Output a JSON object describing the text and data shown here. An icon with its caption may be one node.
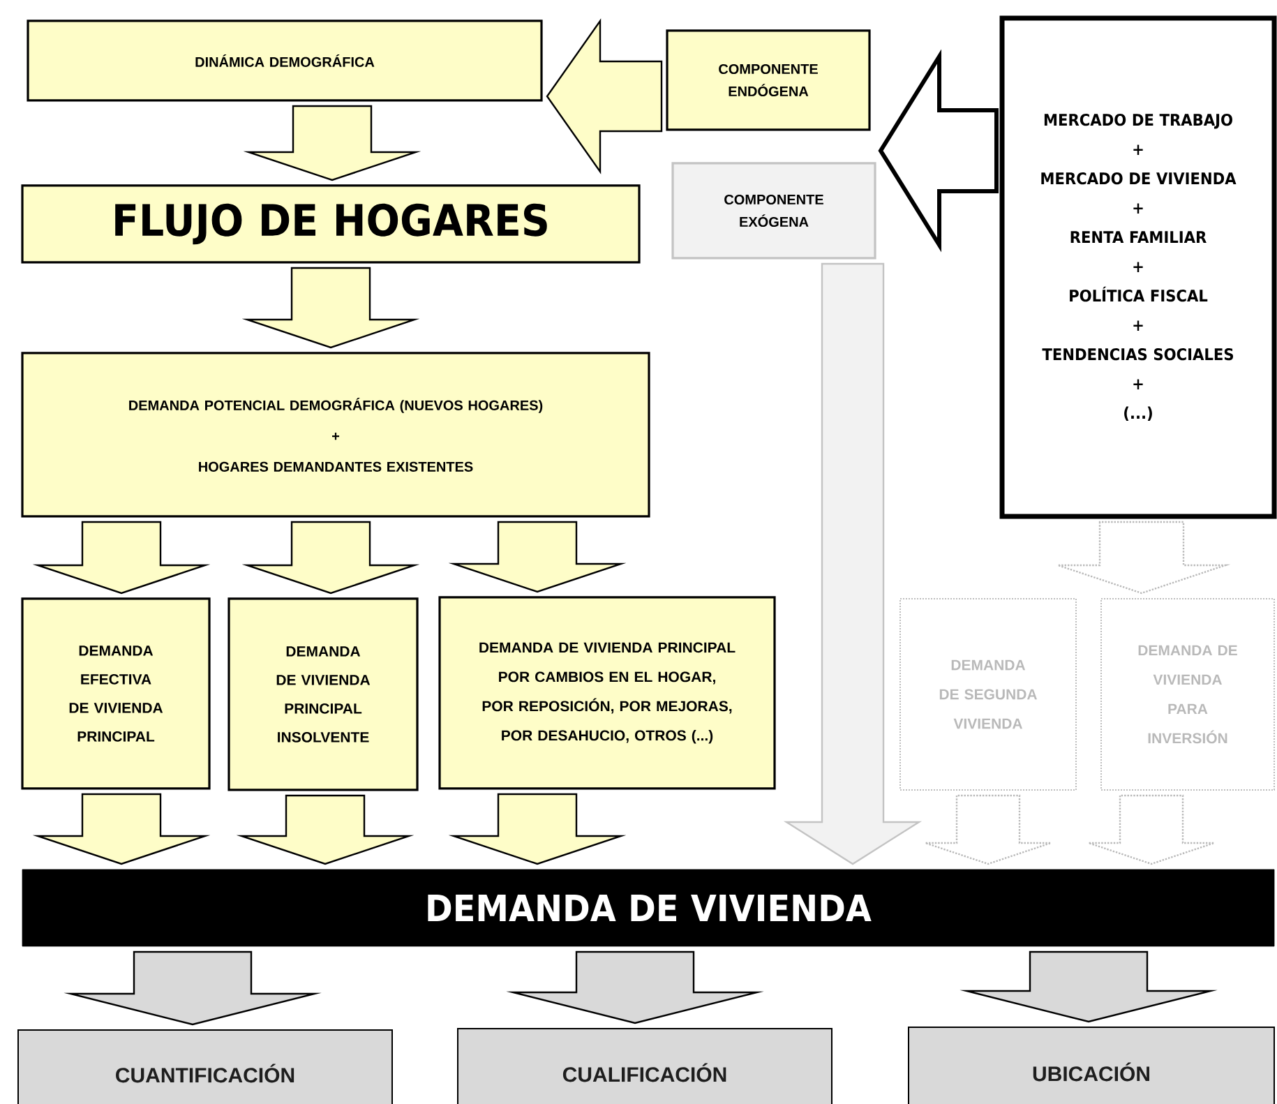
{
  "diagram": {
    "nodes": [
      {
        "text": [
          "DINÁMICA DEMOGRÁFICA"
        ]
      },
      {
        "text": [
          "COMPONENTE ENDÓGENA"
        ]
      },
      {
        "text": [
          "COMPONENTE EXÓGENA"
        ]
      },
      {
        "text": [
          "MERCADO DE TRABAJO",
          "+",
          "MERCADO DE VIVIENDA",
          "+",
          "RENTA FAMILIAR",
          "+",
          "POLÍTICA FISCAL",
          "+",
          "TENDENCIAS SOCIALES",
          "+",
          "(...)"
        ]
      },
      {
        "text": [
          "FLUJO DE HOGARES"
        ]
      },
      {
        "text": [
          "DEMANDA POTENCIAL DEMOGRÁFICA (NUEVOS HOGARES)",
          "+",
          "HOGARES DEMANDANTES EXISTENTES"
        ]
      },
      {
        "text": [
          "DEMANDA EFECTIVA DE VIVIENDA PRINCIPAL"
        ]
      },
      {
        "text": [
          "DEMANDA DE VIVIENDA PRINCIPAL INSOLVENTE"
        ]
      },
      {
        "text": [
          "DEMANDA DE VIVIENDA PRINCIPAL POR CAMBIOS EN EL HOGAR, POR REPOSICIÓN, POR MEJORAS, POR DESAHUCIO, OTROS (...)"
        ]
      },
      {
        "text": [
          "DEMANDA DE SEGUNDA VIVIENDA"
        ]
      },
      {
        "text": [
          "DEMANDA DE VIVIENDA PARA INVERSIÓN"
        ]
      },
      {
        "text": [
          "DEMANDA DE VIVIENDA"
        ]
      },
      {
        "text": [
          "CUANTIFICACIÓN"
        ]
      },
      {
        "text": [
          "CUALIFICACIÓN"
        ]
      },
      {
        "text": [
          "UBICACIÓN"
        ]
      }
    ],
    "edges": [
      {
        "from": 1,
        "to": 0,
        "arrow": "to"
      },
      {
        "from": 0,
        "to": 4,
        "arrow": "to"
      },
      {
        "from": 3,
        "to": 2,
        "arrow": "to",
        "style": "thick",
        "color": "#ffffff"
      },
      {
        "from": 4,
        "to": 5,
        "arrow": "to"
      },
      {
        "from": 5,
        "to": 6,
        "arrow": "to"
      },
      {
        "from": 5,
        "to": 7,
        "arrow": "to"
      },
      {
        "from": 5,
        "to": 8,
        "arrow": "to"
      },
      {
        "from": 2,
        "to": 11,
        "arrow": "to",
        "color": "#f2f2f2"
      },
      {
        "from": 3,
        "to": 9,
        "arrow": "to",
        "style": "dashed",
        "color": "#ffffff"
      },
      {
        "from": 3,
        "to": 10,
        "arrow": "to",
        "style": "dashed",
        "color": "#ffffff"
      },
      {
        "from": 6,
        "to": 11,
        "arrow": "to"
      },
      {
        "from": 7,
        "to": 11,
        "arrow": "to"
      },
      {
        "from": 8,
        "to": 11,
        "arrow": "to"
      },
      {
        "from": 9,
        "to": 11,
        "arrow": "to",
        "style": "dashed",
        "color": "#ffffff"
      },
      {
        "from": 10,
        "to": 11,
        "arrow": "to",
        "style": "dashed",
        "color": "#ffffff"
      },
      {
        "from": 11,
        "to": 12,
        "arrow": "to",
        "color": "#d9d9d9"
      },
      {
        "from": 11,
        "to": 13,
        "arrow": "to",
        "color": "#d9d9d9"
      },
      {
        "from": 11,
        "to": 14,
        "arrow": "to",
        "color": "#d9d9d9"
      }
    ]
  }
}
